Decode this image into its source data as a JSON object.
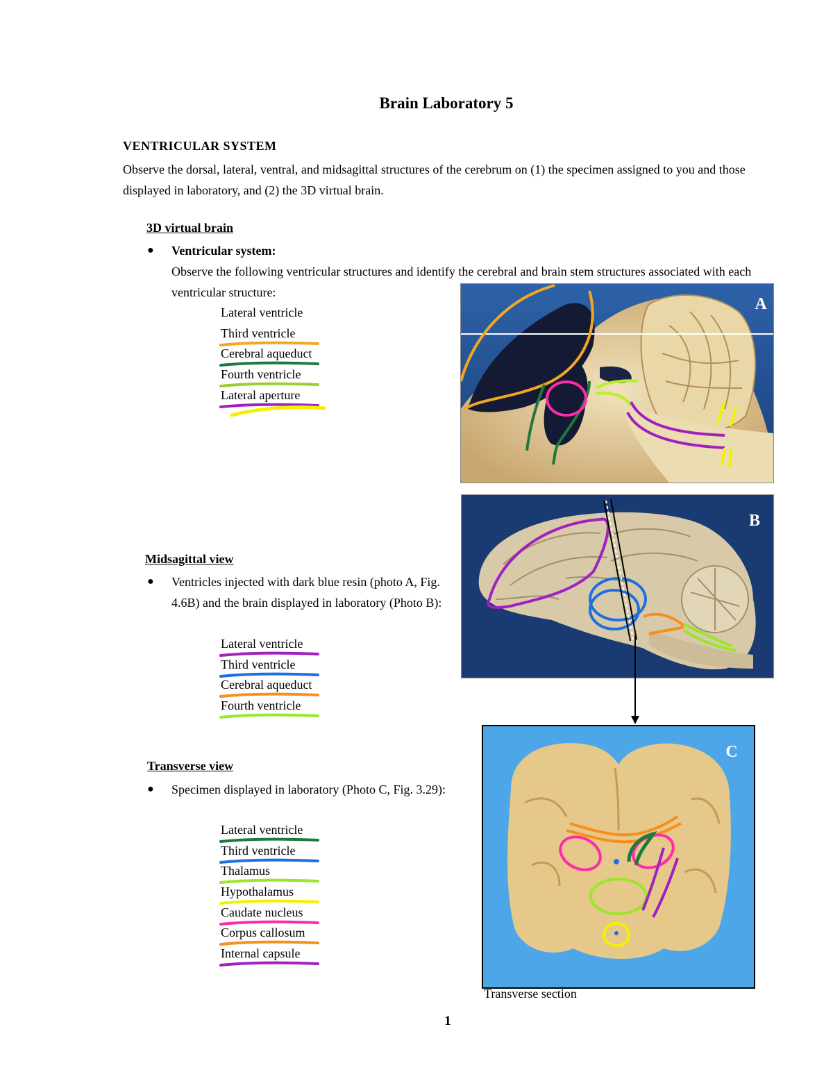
{
  "document": {
    "title": "Brain Laboratory 5",
    "section_heading": "VENTRICULAR SYSTEM",
    "intro": "Observe the dorsal, lateral, ventral, and midsagittal structures of the cerebrum on (1) the specimen assigned to you and those displayed in laboratory, and (2) the 3D virtual brain.",
    "virtual": {
      "heading": "3D virtual brain",
      "bullet_title": "Ventricular system:",
      "bullet_text": "Observe the following ventricular structures and identify the cerebral and brain stem structures associated with each ventricular structure:",
      "items": [
        {
          "label": "Lateral ventricle",
          "color": ""
        },
        {
          "label": "Third ventricle",
          "color": "#f5a623"
        },
        {
          "label": "Cerebral aqueduct",
          "color": "#1e7a3c"
        },
        {
          "label": "Fourth ventricle",
          "color": "#9acd32"
        },
        {
          "label": "Lateral aperture",
          "color": "#a020c0"
        }
      ],
      "extra_underline_color": "#f2f200"
    },
    "midsagittal": {
      "heading": "Midsagittal view",
      "bullet_text": "Ventricles injected with dark blue resin (photo A, Fig. 4.6B) and the brain displayed in laboratory (Photo B):",
      "items": [
        {
          "label": "Lateral ventricle",
          "color": "#a020c0"
        },
        {
          "label": "Third ventricle",
          "color": "#1e6fe0"
        },
        {
          "label": "Cerebral aqueduct",
          "color": "#f5901e"
        },
        {
          "label": "Fourth ventricle",
          "color": "#9ae62a"
        }
      ]
    },
    "transverse": {
      "heading": "Transverse view",
      "bullet_text": "Specimen displayed in laboratory (Photo C, Fig. 3.29):",
      "items": [
        {
          "label": "Lateral ventricle",
          "color": "#1e7a3c"
        },
        {
          "label": "Third ventricle",
          "color": "#1e6fe0"
        },
        {
          "label": "Thalamus",
          "color": "#9ae62a"
        },
        {
          "label": "Hypothalamus",
          "color": "#f2f200"
        },
        {
          "label": "Caudate nucleus",
          "color": "#ff2aa8"
        },
        {
          "label": "Corpus callosum",
          "color": "#f5901e"
        },
        {
          "label": "Internal capsule",
          "color": "#a020c0"
        }
      ]
    },
    "photos": {
      "a_label": "A",
      "b_label": "B",
      "c_label": "C",
      "c_caption": "Transverse section"
    },
    "page_number": "1"
  }
}
